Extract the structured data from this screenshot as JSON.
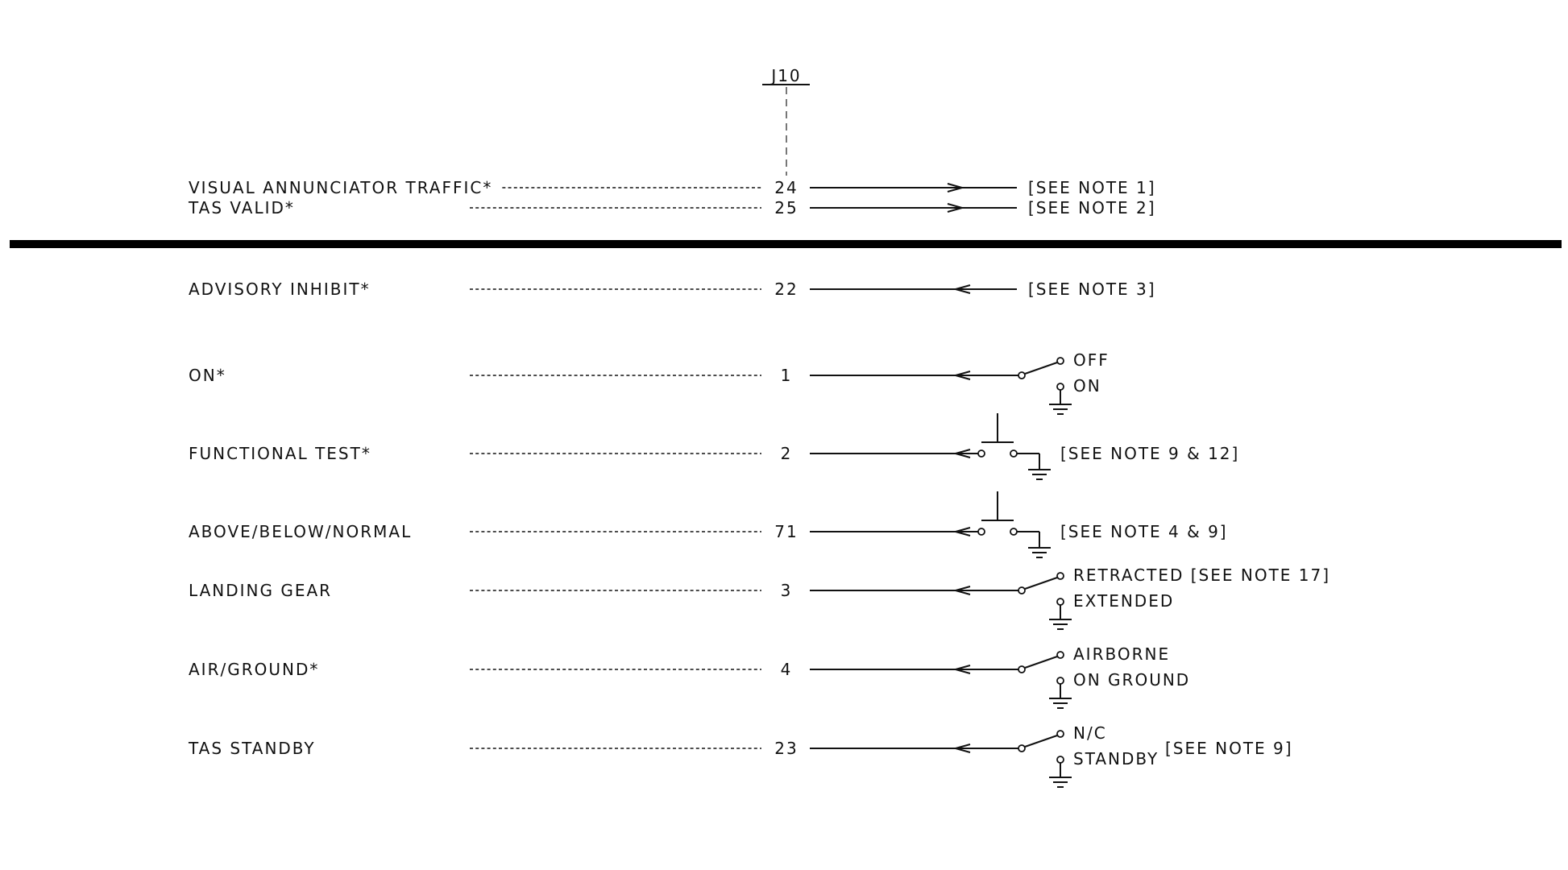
{
  "connector": "J10",
  "signals": [
    {
      "label": "VISUAL ANNUNCIATOR TRAFFIC*",
      "pin": "24",
      "direction": "out",
      "device": "note",
      "note": "[SEE NOTE 1]"
    },
    {
      "label": "TAS VALID*",
      "pin": "25",
      "direction": "out",
      "device": "note",
      "note": "[SEE NOTE 2]"
    },
    {
      "label": "ADVISORY INHIBIT*",
      "pin": "22",
      "direction": "in",
      "device": "note",
      "note": "[SEE NOTE 3]"
    },
    {
      "label": "ON*",
      "pin": "1",
      "direction": "in",
      "device": "switch",
      "pos_top": "OFF",
      "pos_bottom": "ON",
      "note": ""
    },
    {
      "label": "FUNCTIONAL TEST*",
      "pin": "2",
      "direction": "in",
      "device": "pushbutton",
      "note": "[SEE NOTE 9 & 12]"
    },
    {
      "label": "ABOVE/BELOW/NORMAL",
      "pin": "71",
      "direction": "in",
      "device": "pushbutton",
      "note": "[SEE NOTE 4 & 9]"
    },
    {
      "label": "LANDING GEAR",
      "pin": "3",
      "direction": "in",
      "device": "switch",
      "pos_top": "RETRACTED [SEE NOTE 17]",
      "pos_bottom": "EXTENDED",
      "note": ""
    },
    {
      "label": "AIR/GROUND*",
      "pin": "4",
      "direction": "in",
      "device": "switch",
      "pos_top": "AIRBORNE",
      "pos_bottom": "ON GROUND",
      "note": ""
    },
    {
      "label": "TAS STANDBY",
      "pin": "23",
      "direction": "in",
      "device": "switch",
      "pos_top": "N/C",
      "pos_bottom": "STANDBY",
      "note": "[SEE NOTE 9]"
    }
  ]
}
